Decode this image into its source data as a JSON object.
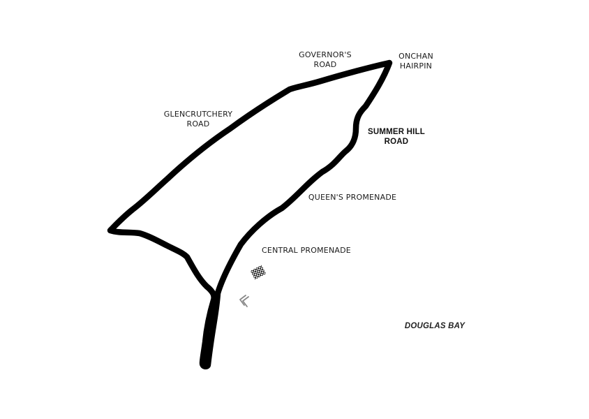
{
  "map": {
    "labels": {
      "governors_road": [
        "GOVERNOR'S",
        "ROAD"
      ],
      "onchan_hairpin": [
        "ONCHAN",
        "HAIRPIN"
      ],
      "glencrutchery_road": [
        "GLENCRUTCHERY",
        "ROAD"
      ],
      "summer_hill_road": [
        "SUMMER HILL",
        "ROAD"
      ],
      "queens_promenade": "QUEEN'S PROMENADE",
      "central_promenade": "CENTRAL PROMENADE",
      "douglas_bay": "DOUGLAS BAY"
    },
    "colors": {
      "track": "#000000",
      "background": "#ffffff",
      "label": "#1a1a1a",
      "direction_arrow": "#888888"
    },
    "icons": {
      "start_finish": "checkered-flag-icon",
      "direction": "direction-chevron-icon"
    }
  }
}
